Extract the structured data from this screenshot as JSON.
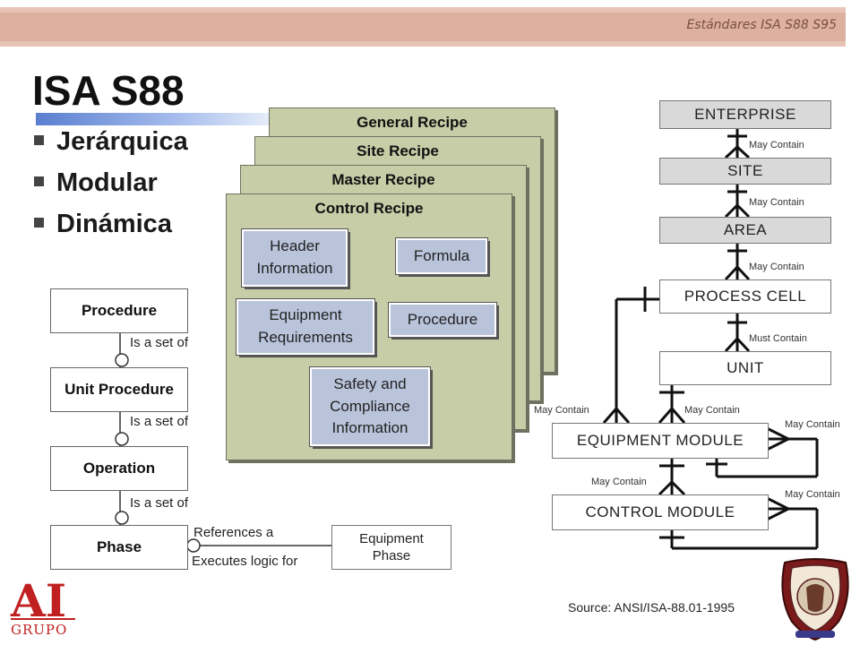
{
  "header_tag": "Estándares ISA S88 S95",
  "title": "ISA S88",
  "bullets": [
    "Jerárquica",
    "Modular",
    "Dinámica"
  ],
  "recipes": {
    "general": "General Recipe",
    "site": "Site Recipe",
    "master": "Master Recipe",
    "control": "Control Recipe",
    "items": {
      "header_information": "Header\nInformation",
      "formula": "Formula",
      "equipment_requirements": "Equipment\nRequirements",
      "procedure": "Procedure",
      "safety": "Safety and\nCompliance\nInformation"
    }
  },
  "physical_model": {
    "enterprise": "ENTERPRISE",
    "site": "SITE",
    "area": "AREA",
    "process_cell": "PROCESS CELL",
    "unit": "UNIT",
    "equipment_module": "EQUIPMENT MODULE",
    "control_module": "CONTROL MODULE",
    "relations": {
      "may_contain": "May Contain",
      "must_contain": "Must Contain"
    }
  },
  "procedural_model": {
    "procedure": "Procedure",
    "unit_procedure": "Unit Procedure",
    "operation": "Operation",
    "phase": "Phase",
    "is_a_set_of": "Is a set of",
    "references_a": "References a",
    "executes_logic_for": "Executes logic for",
    "equipment_phase": "Equipment\nPhase"
  },
  "source": "Source: ANSI/ISA-88.01-1995",
  "logo": {
    "letters": "AI",
    "word": "GRUPO"
  },
  "colors": {
    "recipe_card": "#c6cda7",
    "inner_box": "#b9c4db",
    "hier_grey": "#d9d9d9",
    "logo_red": "#c02020"
  }
}
